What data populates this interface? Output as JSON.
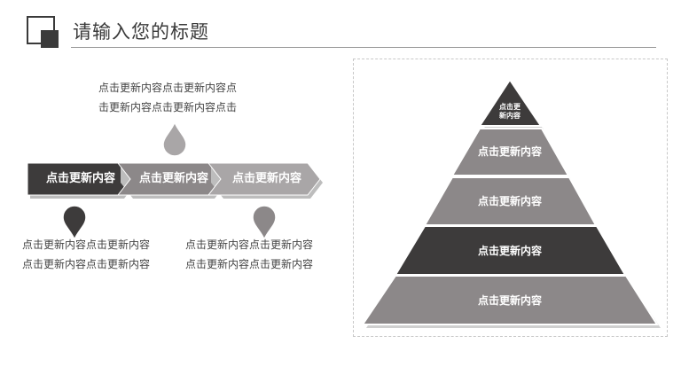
{
  "header": {
    "title": "请输入您的标题"
  },
  "process": {
    "top_text": [
      "点击更新内容点击更新内容点",
      "击更新内容点击更新内容点击"
    ],
    "steps": [
      {
        "label": "点击更新内容"
      },
      {
        "label": "点击更新内容"
      },
      {
        "label": "点击更新内容"
      }
    ],
    "bottom_left_text": [
      "点击更新内容点击更新内容",
      "点击更新内容点击更新内容"
    ],
    "bottom_right_text": [
      "点击更新内容点击更新内容",
      "点击更新内容点击更新内容"
    ]
  },
  "pyramid": {
    "levels": [
      {
        "label_line1": "点击更",
        "label_line2": "新内容",
        "color": "#3d3b3b"
      },
      {
        "label": "点击更新内容",
        "color": "#8c8889"
      },
      {
        "label": "点击更新内容",
        "color": "#8c8889"
      },
      {
        "label": "点击更新内容",
        "color": "#3d3b3b"
      },
      {
        "label": "点击更新内容",
        "color": "#8c8889"
      }
    ]
  },
  "colors": {
    "dark": "#3d3b3b",
    "mid": "#8c8889",
    "light": "#a9a6a7"
  }
}
